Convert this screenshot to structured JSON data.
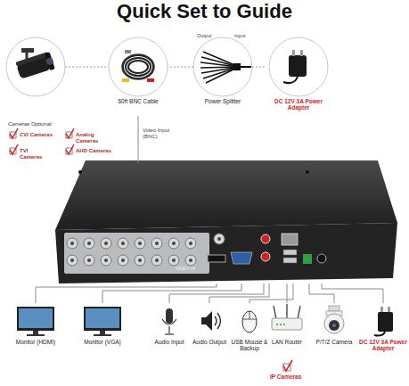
{
  "diagram": {
    "title": "Quick Set to Guide",
    "nodes": [
      {
        "text": [
          "60ft BNC Cable"
        ]
      },
      {
        "text": [
          "Power Splitter"
        ]
      },
      {
        "text": [
          "DC 12V 3A Power Adapter"
        ]
      },
      {
        "text": [
          "VIDEO IN"
        ]
      },
      {
        "text": [
          "Monitor (HDMI)"
        ]
      },
      {
        "text": [
          "Monitor (VGA)"
        ]
      },
      {
        "text": [
          "Audio Input"
        ]
      },
      {
        "text": [
          "Audio Output"
        ]
      },
      {
        "text": [
          "USB Mouse & Backup"
        ]
      },
      {
        "text": [
          "LAN Router"
        ]
      },
      {
        "text": [
          "P/T/Z Camera"
        ]
      },
      {
        "text": [
          "DC 12V 3A Power Adapter"
        ]
      }
    ],
    "edges": [
      {
        "from": 1,
        "to": 0,
        "arrow": "none"
      },
      {
        "from": 2,
        "to": 1,
        "arrow": "none"
      },
      {
        "from": 0,
        "to": 3,
        "label": "Video Input (BNC)",
        "arrow": "none"
      },
      {
        "from": 3,
        "to": 4,
        "arrow": "none"
      },
      {
        "from": 3,
        "to": 5,
        "arrow": "none"
      },
      {
        "from": 3,
        "to": 6,
        "arrow": "none"
      },
      {
        "from": 3,
        "to": 7,
        "arrow": "none"
      },
      {
        "from": 3,
        "to": 8,
        "arrow": "none"
      },
      {
        "from": 3,
        "to": 9,
        "arrow": "none"
      },
      {
        "from": 3,
        "to": 10,
        "arrow": "none"
      },
      {
        "from": 3,
        "to": 11,
        "arrow": "none"
      }
    ],
    "labels": [
      "Output",
      "Input",
      "Cameras Optional:",
      "CVI Cameras",
      "Analog Cameras",
      "TVI Cameras",
      "AHD Cameras",
      "IP Cameras"
    ]
  }
}
